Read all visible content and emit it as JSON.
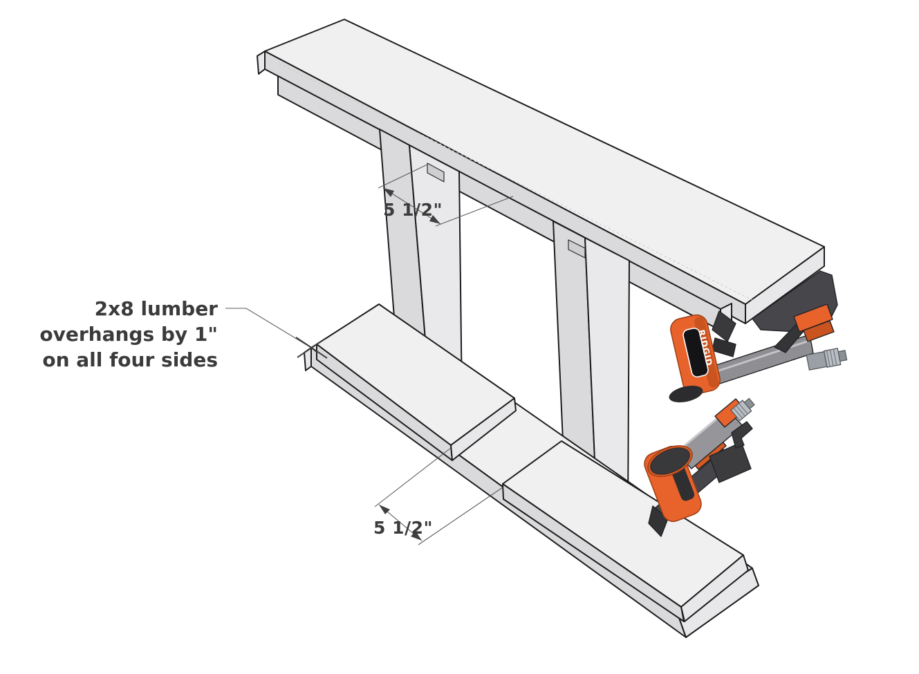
{
  "diagram": {
    "note": {
      "line1": "2x8 lumber",
      "line2": "overhangs by 1\"",
      "line3": "on all four sides"
    },
    "dimensions": {
      "top_width": "5 1/2\"",
      "bottom_width": "5 1/2\""
    },
    "tool_brand": "RIDGID",
    "colors": {
      "wood_top": "#f0f0f1",
      "wood_front": "#dadadc",
      "wood_end": "#e8e8ea",
      "outline": "#1c1c1c",
      "dimension_text": "#3b3b3b",
      "tool_orange": "#e8622c",
      "tool_gray": "#96969a",
      "tool_dark": "#46464a"
    }
  }
}
